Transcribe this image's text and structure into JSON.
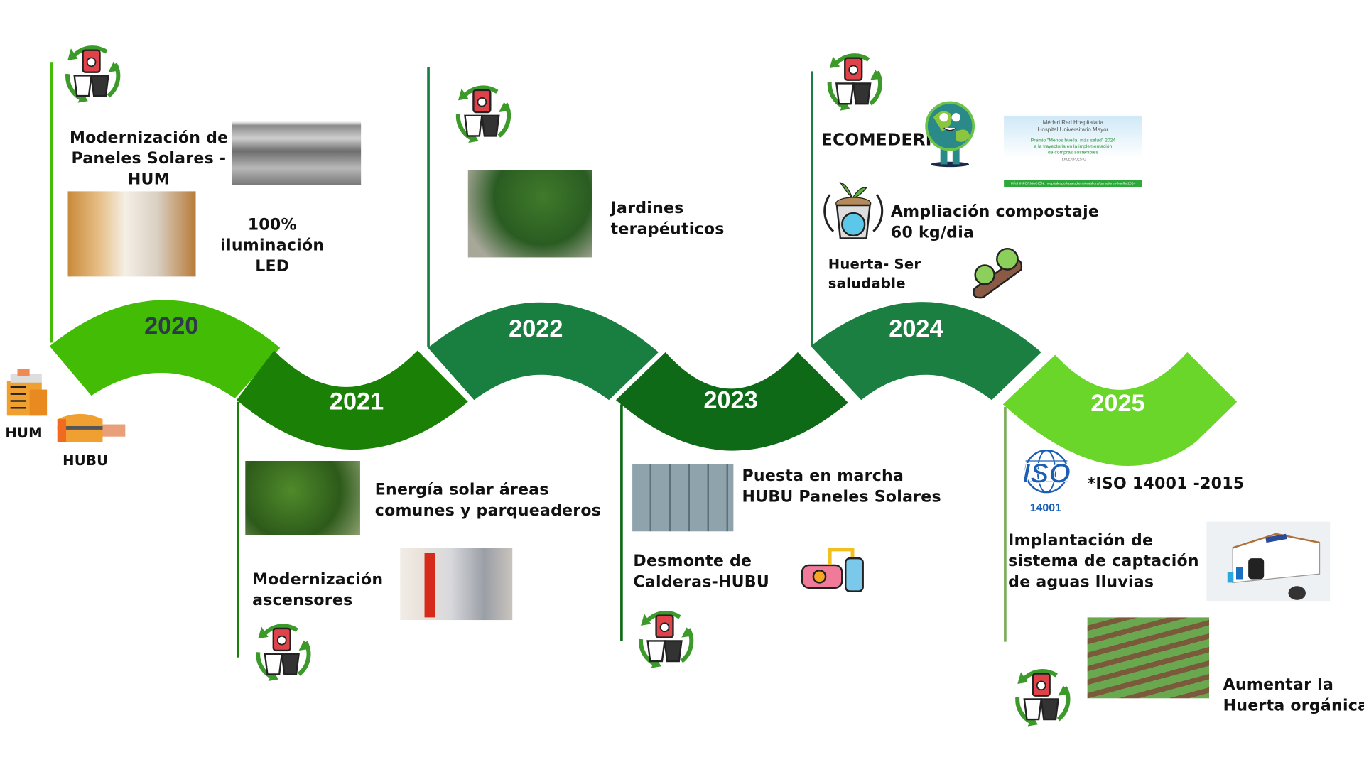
{
  "years": [
    "2020",
    "2021",
    "2022",
    "2023",
    "2024",
    "2025"
  ],
  "colors": {
    "y2020": "#43bc06",
    "y2021": "#1a8006",
    "y2022": "#197f40",
    "y2023": "#0f6a17",
    "y2024": "#1b7f41",
    "y2025": "#6ad62a"
  },
  "buildings": {
    "hum": "HUM",
    "hubu": "HUBU"
  },
  "items": {
    "paneles_hum": [
      "Modernización de",
      "Paneles Solares -",
      "HUM"
    ],
    "led": [
      "100%",
      "iluminación",
      "LED"
    ],
    "jardines": [
      "Jardines",
      "terapéuticos"
    ],
    "energia_solar": [
      "Energía solar áreas",
      "comunes y parqueaderos"
    ],
    "ascensores": [
      "Modernización",
      "ascensores"
    ],
    "puesta_marcha": [
      "Puesta en marcha",
      "HUBU Paneles Solares"
    ],
    "calderas": [
      "Desmonte de",
      "Calderas-HUBU"
    ],
    "ecomederi": "ECOMEDERI",
    "compostaje": [
      "Ampliación compostaje",
      "60 kg/dia"
    ],
    "huerta_ser": [
      "Huerta- Ser",
      "saludable"
    ],
    "iso": "*ISO 14001 -2015",
    "aguas": [
      "Implantación de",
      "sistema de  captación",
      "de aguas lluvias"
    ],
    "huerta_org": [
      "Aumentar la",
      "Huerta orgánica"
    ]
  },
  "iso_logo": {
    "top": "ISO",
    "bottom": "14001"
  },
  "award": {
    "l1": "Méderi Red Hospitalaria",
    "l2": "Hospital Universitario Mayor",
    "l3": "Premio \"Menos huella, más salud\" 2024",
    "l4": "a la trayectoria en la implementación",
    "l5": "de compras sostenibles",
    "l6": "TERCER PUESTO",
    "footer": "MÁS INFORMACIÓN: hospitalesporlasaludambiental.org/ganadores-huella-2024"
  }
}
